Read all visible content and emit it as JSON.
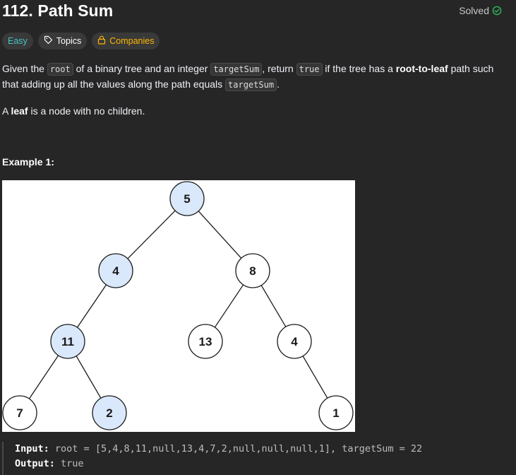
{
  "problem": {
    "title": "112. Path Sum",
    "status": "Solved"
  },
  "tags": {
    "difficulty": "Easy",
    "topics": "Topics",
    "companies": "Companies"
  },
  "description": {
    "p1_a": "Given the ",
    "p1_code_root": "root",
    "p1_b": " of a binary tree and an integer ",
    "p1_code_target": "targetSum",
    "p1_c": ", return ",
    "p1_code_true": "true",
    "p1_d": " if the tree has a ",
    "p1_bold": "root-to-leaf",
    "p1_e": " path such that adding up all the values along the path equals ",
    "p1_code_target2": "targetSum",
    "p1_f": ".",
    "p2_a": "A ",
    "p2_bold": "leaf",
    "p2_b": " is a node with no children."
  },
  "example1": {
    "heading": "Example 1:",
    "input_label": "Input:",
    "input_value": "root = [5,4,8,11,null,13,4,7,2,null,null,null,1], targetSum = 22",
    "output_label": "Output:",
    "output_value": "true",
    "tree": {
      "nodes": [
        {
          "id": "n5",
          "value": "5",
          "highlight": true
        },
        {
          "id": "n4",
          "value": "4",
          "highlight": true
        },
        {
          "id": "n8",
          "value": "8",
          "highlight": false
        },
        {
          "id": "n11",
          "value": "11",
          "highlight": true
        },
        {
          "id": "n13",
          "value": "13",
          "highlight": false
        },
        {
          "id": "n4b",
          "value": "4",
          "highlight": false
        },
        {
          "id": "n7",
          "value": "7",
          "highlight": false
        },
        {
          "id": "n2",
          "value": "2",
          "highlight": true
        },
        {
          "id": "n1",
          "value": "1",
          "highlight": false
        }
      ],
      "edges": [
        [
          "n5",
          "n4"
        ],
        [
          "n5",
          "n8"
        ],
        [
          "n4",
          "n11"
        ],
        [
          "n8",
          "n13"
        ],
        [
          "n8",
          "n4b"
        ],
        [
          "n11",
          "n7"
        ],
        [
          "n11",
          "n2"
        ],
        [
          "n4b",
          "n1"
        ]
      ],
      "highlight_color": "#dae8fc",
      "node_color": "#ffffff"
    }
  },
  "colors": {
    "easy": "#46c6c2",
    "companies": "#ffb800",
    "solved_check": "#2cbb5d"
  }
}
